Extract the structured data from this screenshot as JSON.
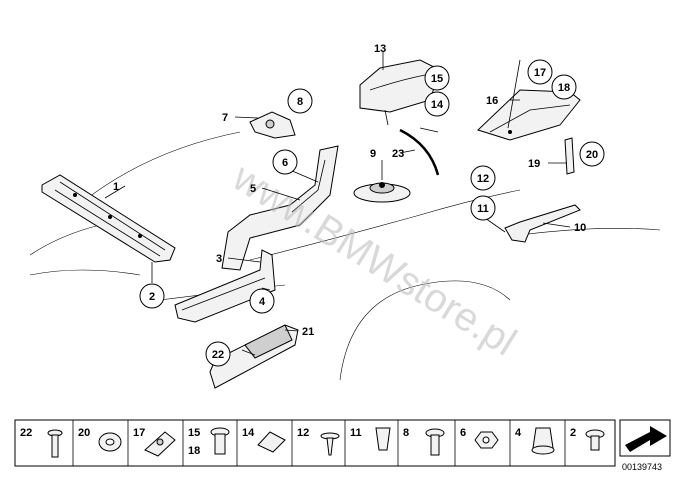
{
  "callouts": {
    "c1": "1",
    "c2": "2",
    "c3": "3",
    "c4": "4",
    "c5": "5",
    "c6": "6",
    "c7": "7",
    "c8": "8",
    "c9": "9",
    "c10": "10",
    "c11": "11",
    "c12": "12",
    "c13": "13",
    "c14": "14",
    "c15": "15",
    "c16": "16",
    "c17": "17",
    "c18": "18",
    "c19": "19",
    "c20": "20",
    "c21": "21",
    "c22": "22",
    "c23": "23"
  },
  "strip": {
    "s22": "22",
    "s20": "20",
    "s17": "17",
    "s15": "15",
    "s18": "18",
    "s14": "14",
    "s12": "12",
    "s11": "11",
    "s8": "8",
    "s6": "6",
    "s4": "4",
    "s2": "2"
  },
  "watermark": "www.BMWstore.pl",
  "part_number": "00139743"
}
